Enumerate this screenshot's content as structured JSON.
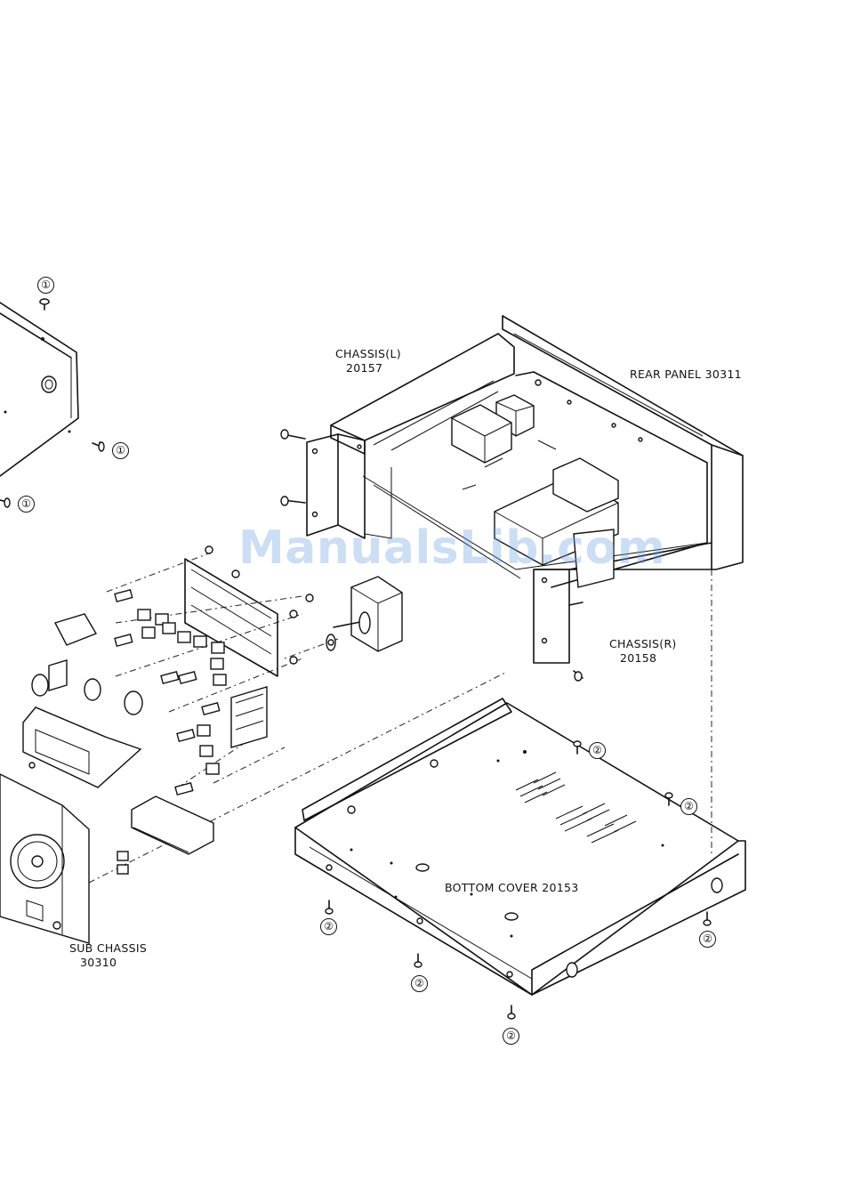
{
  "labels": {
    "chassis_l": {
      "name": "CHASSIS(L)",
      "number": "20157"
    },
    "rear_panel": "REAR PANEL 30311",
    "chassis_r": {
      "name": "CHASSIS(R)",
      "number": "20158"
    },
    "bottom_cover": "BOTTOM COVER 20153",
    "sub_chassis": {
      "name": "SUB CHASSIS",
      "number": "30310"
    }
  },
  "screw_callouts": {
    "one": "①",
    "two": "②"
  },
  "watermark": "ManualsLib.com"
}
